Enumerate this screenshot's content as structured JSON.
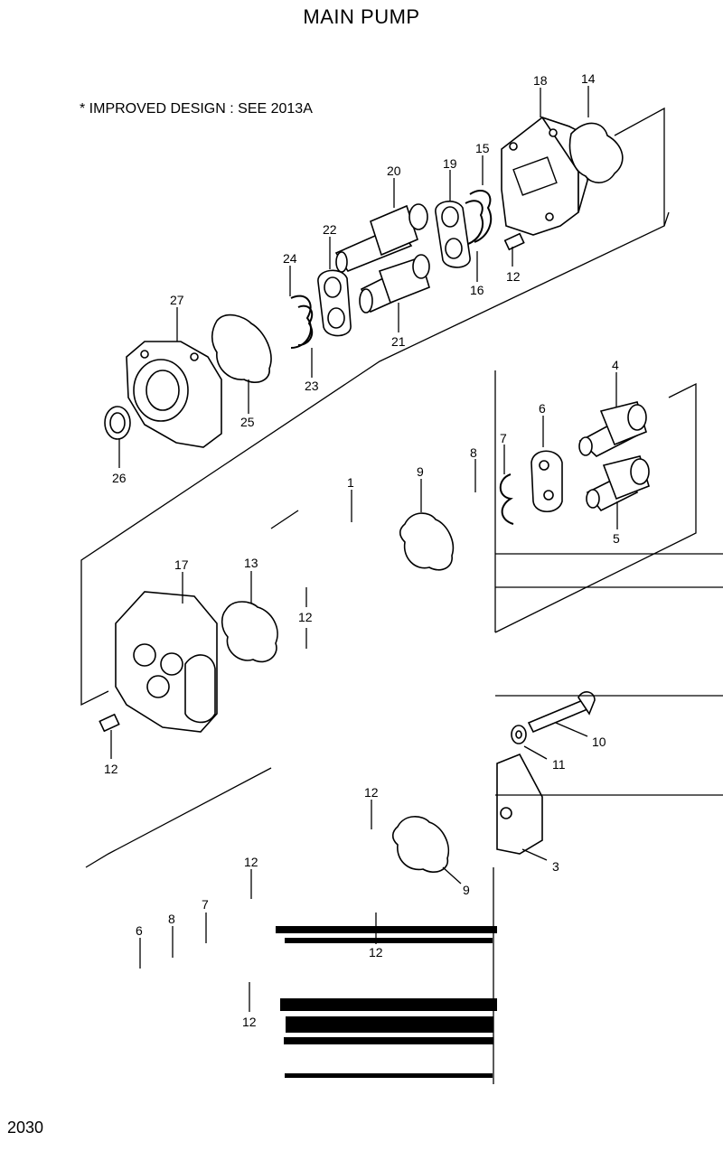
{
  "title": "MAIN PUMP",
  "note": "* IMPROVED DESIGN : SEE 2013A",
  "page_number": "2030",
  "callouts": [
    "18",
    "14",
    "20",
    "19",
    "15",
    "22",
    "24",
    "12",
    "16",
    "27",
    "21",
    "23",
    "25",
    "26",
    "4",
    "6",
    "7",
    "8",
    "9",
    "1",
    "5",
    "17",
    "13",
    "12",
    "12",
    "10",
    "11",
    "12",
    "3",
    "9",
    "12",
    "7",
    "8",
    "6",
    "12",
    "12"
  ]
}
